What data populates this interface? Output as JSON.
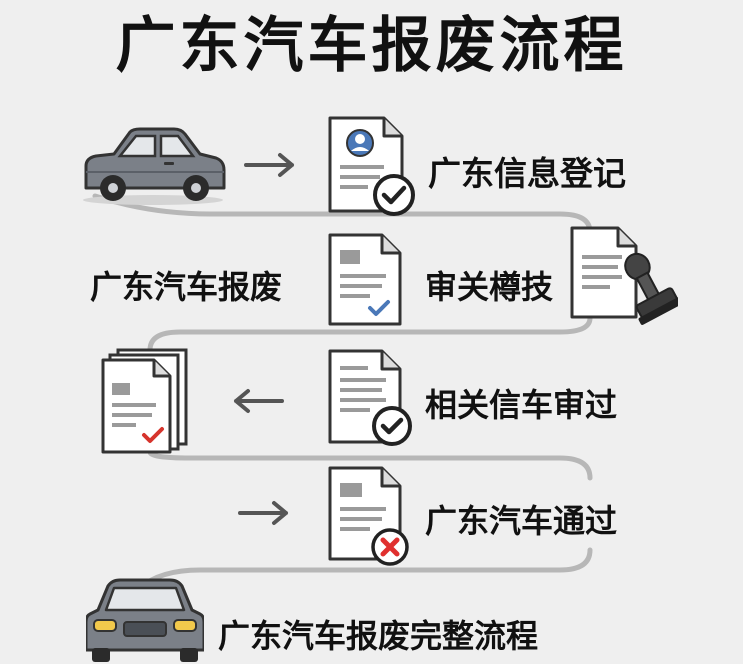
{
  "title": "广东汽车报废流程",
  "steps": {
    "step1": "广东信息登记",
    "step2_left": "广东汽车报废",
    "step2_right": "审关樽技",
    "step3": "相关信车审过",
    "step4": "广东汽车通过",
    "step5": "广东汽车报废完整流程"
  },
  "colors": {
    "background": "#efefef",
    "car_body": "#7b8088",
    "check_mark": "#222222",
    "reject_red": "#e0302f",
    "accent_blue": "#4a78b8",
    "accent_red_check": "#d6342c"
  },
  "icons": {
    "car_side": "car-side-icon",
    "car_front": "car-front-icon",
    "document_profile": "document-profile-icon",
    "document_check": "document-check-icon",
    "document_reject": "document-reject-icon",
    "stamp": "stamp-icon",
    "document_stack": "document-stack-icon",
    "arrow_right": "arrow-right-icon",
    "arrow_left": "arrow-left-icon"
  }
}
